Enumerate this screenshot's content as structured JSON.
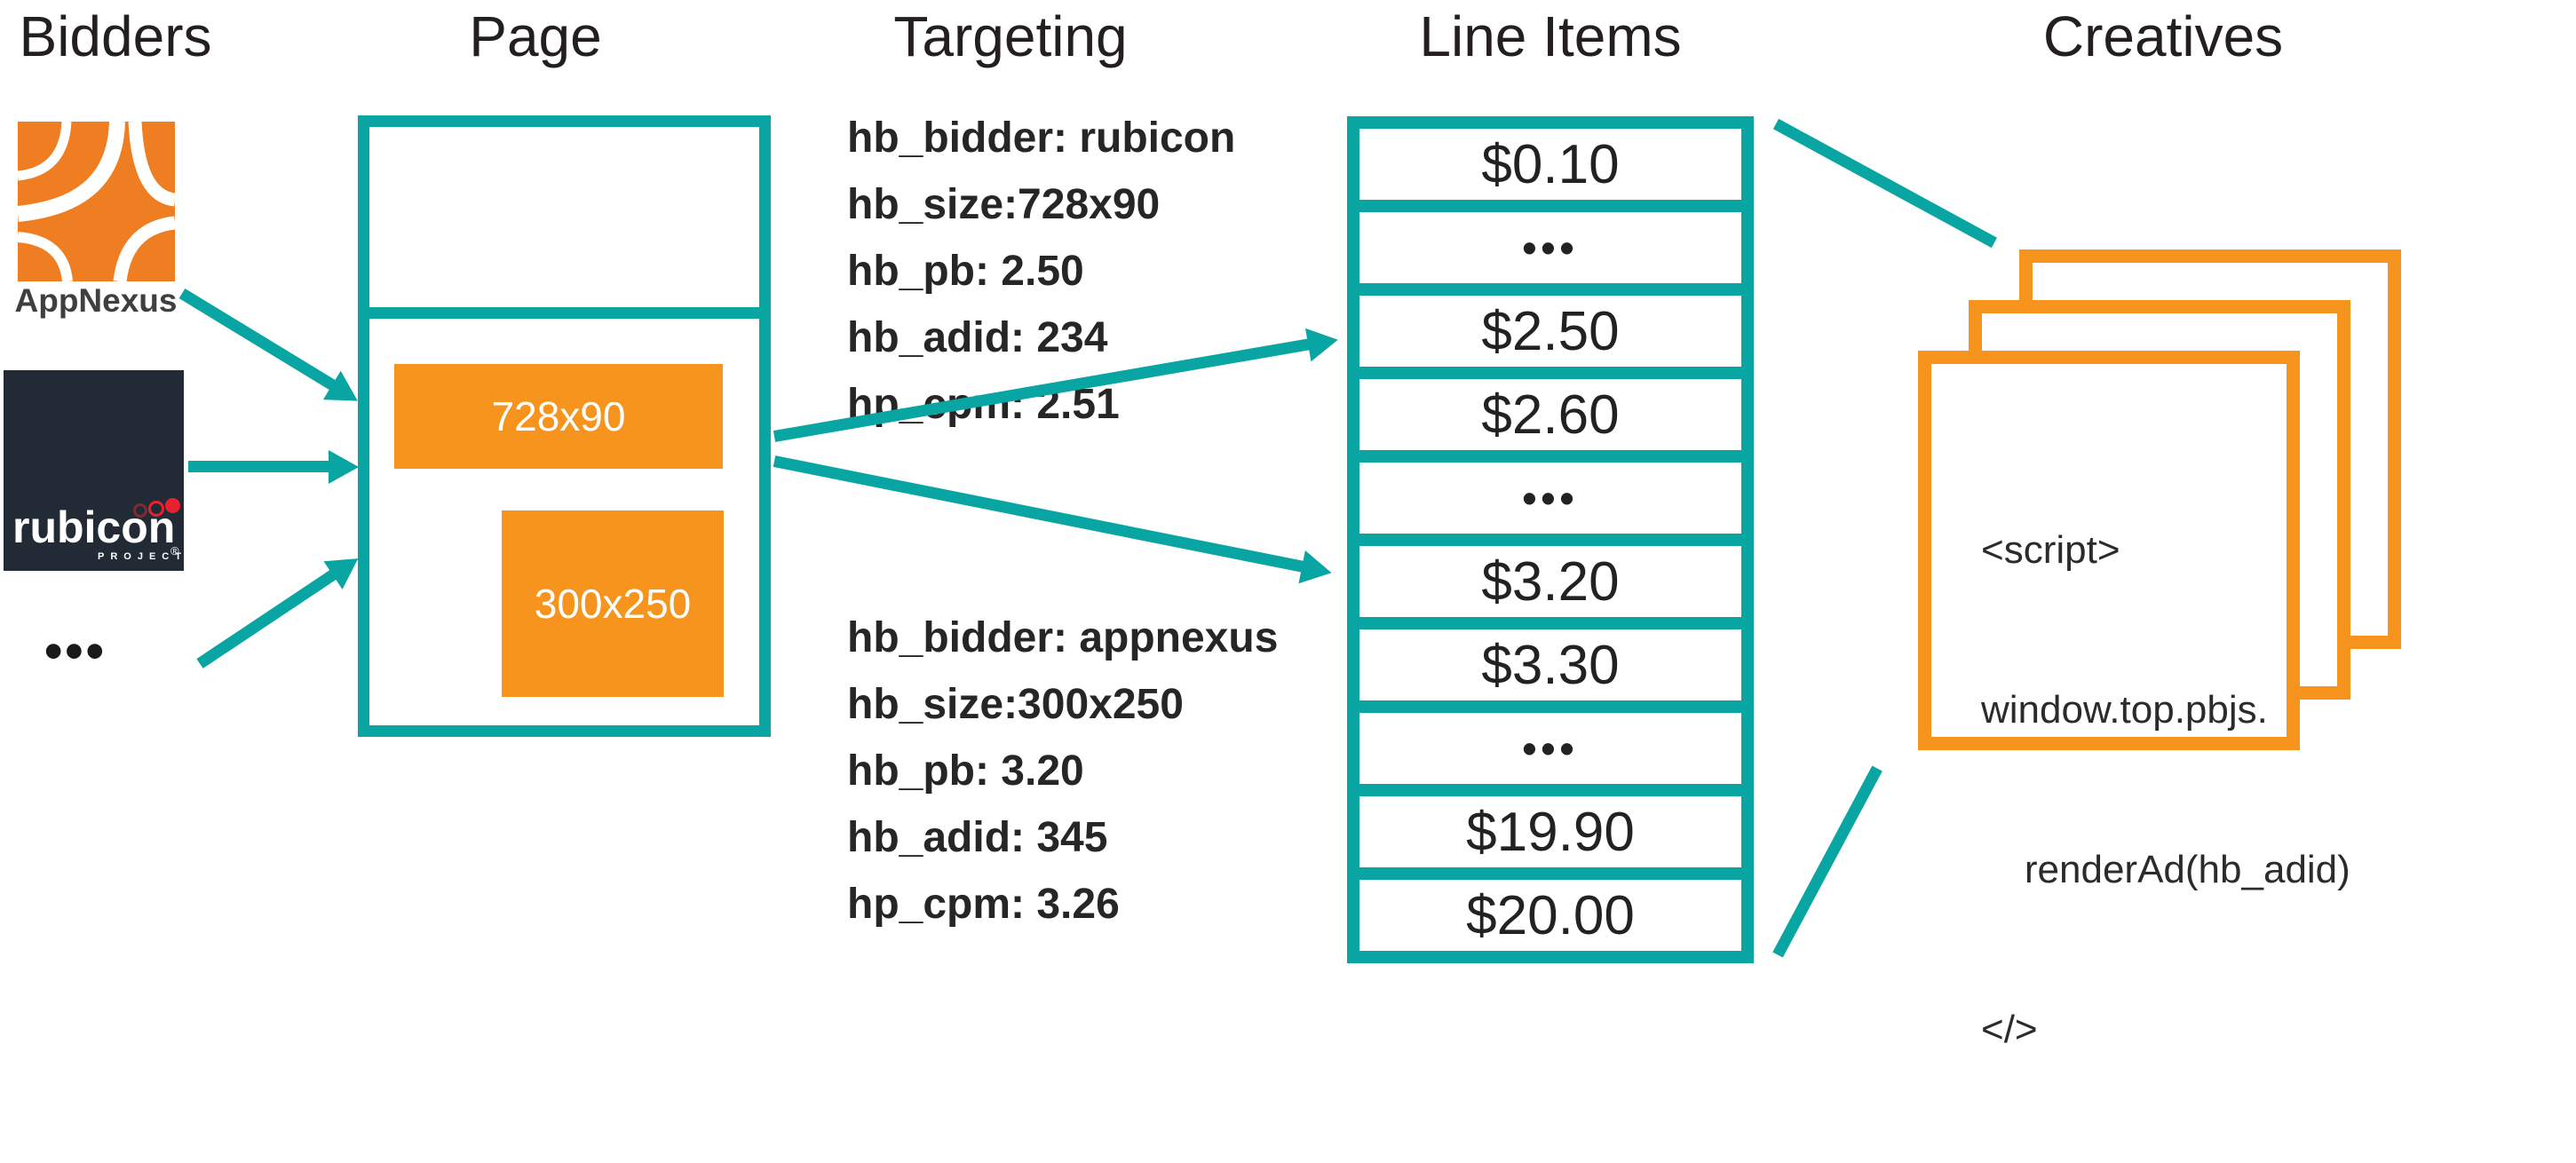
{
  "headers": {
    "bidders": "Bidders",
    "page": "Page",
    "targeting": "Targeting",
    "line_items": "Line Items",
    "creatives": "Creatives"
  },
  "bidders": {
    "appnexus_label": "AppNexus",
    "rubicon_wordmark": "rubicon",
    "rubicon_reg": "®",
    "rubicon_sub": "PROJECT",
    "more_ellipsis": "•••"
  },
  "page": {
    "slots": [
      {
        "label": "728x90"
      },
      {
        "label": "300x250"
      }
    ]
  },
  "targeting": {
    "blocks": [
      {
        "lines": [
          "hb_bidder: rubicon",
          "hb_size:728x90",
          "hb_pb: 2.50",
          "hb_adid: 234",
          "hp_cpm: 2.51"
        ]
      },
      {
        "lines": [
          "hb_bidder: appnexus",
          "hb_size:300x250",
          "hb_pb: 3.20",
          "hb_adid: 345",
          "hp_cpm: 3.26"
        ]
      }
    ]
  },
  "line_items": {
    "rows": [
      "$0.10",
      "•••",
      "$2.50",
      "$2.60",
      "•••",
      "$3.20",
      "$3.30",
      "•••",
      "$19.90",
      "$20.00"
    ]
  },
  "creatives": {
    "script_lines": [
      "<script>",
      "window.top.pbjs.",
      "    renderAd(hb_adid)",
      "</>"
    ]
  },
  "colors": {
    "teal": "#08a5a3",
    "slot_orange": "#f6941e",
    "card_orange": "#f7941e",
    "appnexus_orange": "#ef7d22",
    "rubicon_bg": "#222b35",
    "rubicon_red": "#e8212e",
    "text_dark": "#231f20"
  }
}
